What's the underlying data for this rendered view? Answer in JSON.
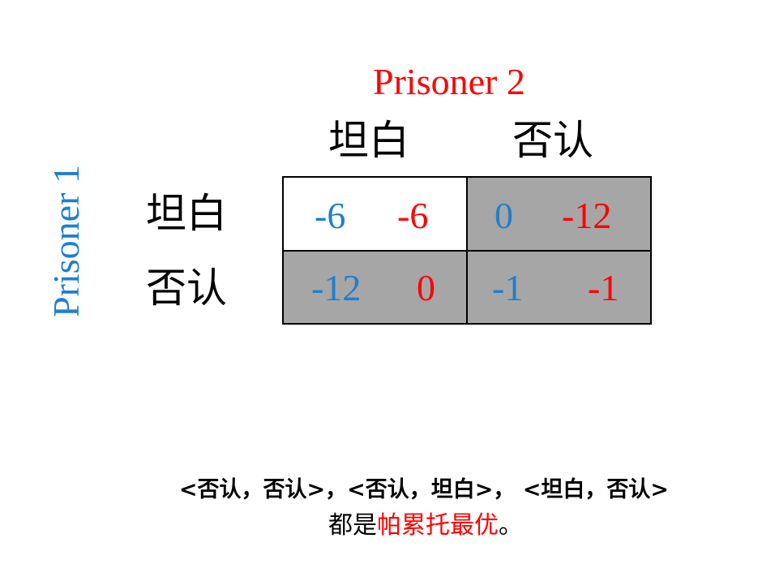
{
  "players": {
    "p2": "Prisoner 2",
    "p1": "Prisoner 1"
  },
  "strategies": {
    "cols": [
      "坦白",
      "否认"
    ],
    "rows": [
      "坦白",
      "否认"
    ]
  },
  "payoffs": [
    [
      {
        "p1": "-6",
        "p2": "-6"
      },
      {
        "p1": "0",
        "p2": "-12"
      }
    ],
    [
      {
        "p1": "-12",
        "p2": "0"
      },
      {
        "p1": "-1",
        "p2": "-1"
      }
    ]
  ],
  "colors": {
    "p1": "#1f7fcf",
    "p2": "#ff0000",
    "shaded": "#a6a6a6"
  },
  "note": {
    "line1": "<否认，否认>，<否认，坦白>，  <坦白，否认>",
    "line2_prefix": "都是",
    "line2_highlight": "帕累托最优",
    "line2_suffix": "。"
  }
}
